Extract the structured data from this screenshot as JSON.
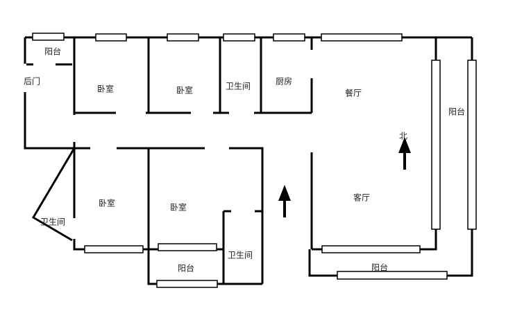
{
  "rooms": {
    "balcony_nw": "阳台",
    "back_door": "后门",
    "bedroom_1": "卧室",
    "bedroom_2": "卧室",
    "bathroom_1": "卫生间",
    "kitchen": "厨房",
    "dining": "餐厅",
    "balcony_east": "阳台",
    "north": "北",
    "living": "客厅",
    "bedroom_3": "卧室",
    "bedroom_4": "卧室",
    "bathroom_2": "卫生间",
    "balcony_south_mid": "阳台",
    "bathroom_3": "卫生间",
    "balcony_south": "阳台"
  }
}
